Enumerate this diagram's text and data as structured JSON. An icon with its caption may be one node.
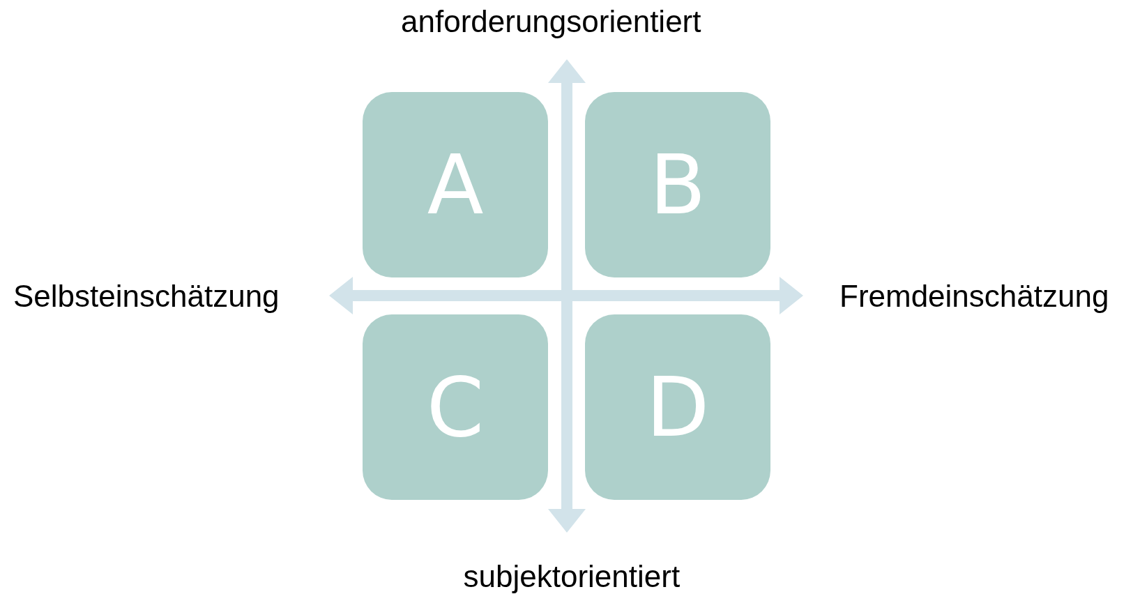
{
  "diagram": {
    "nodes": [
      {
        "text": [
          "A"
        ]
      },
      {
        "text": [
          "B"
        ]
      },
      {
        "text": [
          "C"
        ]
      },
      {
        "text": [
          "D"
        ]
      }
    ],
    "edges": [],
    "labels": [
      "anforderungsorientiert",
      "Selbsteinschätzung",
      "Fremdeinschätzung",
      "subjektorientiert"
    ]
  }
}
